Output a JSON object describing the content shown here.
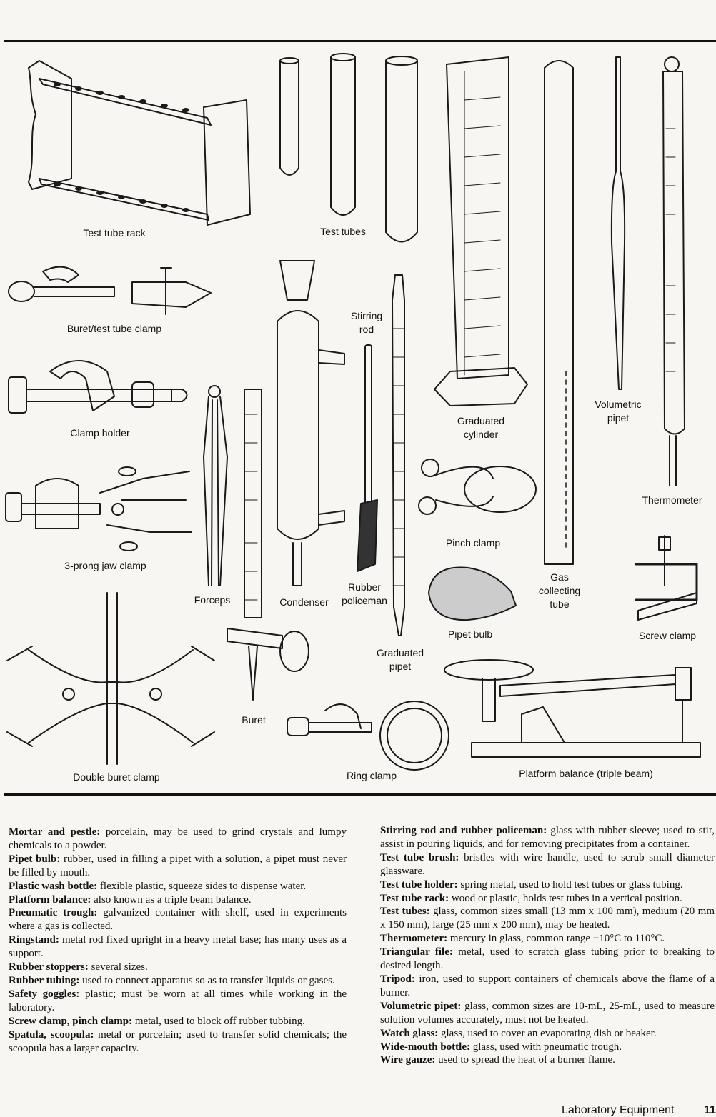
{
  "figure_labels": {
    "test_tube_rack": "Test tube rack",
    "test_tubes": "Test tubes",
    "buret_clamp": "Buret/test tube clamp",
    "stirring_rod": "Stirring\nrod",
    "clamp_holder": "Clamp holder",
    "graduated_cylinder": "Graduated\ncylinder",
    "volumetric_pipet": "Volumetric\npipet",
    "thermometer": "Thermometer",
    "prong_clamp": "3-prong jaw clamp",
    "pinch_clamp": "Pinch clamp",
    "forceps": "Forceps",
    "condenser": "Condenser",
    "rubber_policeman": "Rubber\npoliceman",
    "gas_tube": "Gas\ncollecting\ntube",
    "pipet_bulb": "Pipet bulb",
    "screw_clamp": "Screw clamp",
    "graduated_pipet": "Graduated\npipet",
    "buret": "Buret",
    "double_buret_clamp": "Double buret clamp",
    "ring_clamp": "Ring clamp",
    "platform_balance": "Platform balance (triple beam)"
  },
  "definitions_left": [
    {
      "term": "Mortar and pestle:",
      "text": " porcelain, may be used to grind crystals and lumpy chemicals to a powder."
    },
    {
      "term": "Pipet bulb:",
      "text": " rubber, used in filling a pipet with a solution, a pipet must never be filled by mouth."
    },
    {
      "term": "Plastic wash bottle:",
      "text": " flexible plastic, squeeze sides to dispense water."
    },
    {
      "term": "Platform balance:",
      "text": " also known as a triple beam balance."
    },
    {
      "term": "Pneumatic trough:",
      "text": " galvanized container with shelf, used in experiments where a gas is collected."
    },
    {
      "term": "Ringstand:",
      "text": " metal rod fixed upright in a heavy metal base; has many uses as a support."
    },
    {
      "term": "Rubber stoppers:",
      "text": " several sizes."
    },
    {
      "term": "Rubber tubing:",
      "text": " used to connect apparatus so as to transfer liquids or gases."
    },
    {
      "term": "Safety goggles:",
      "text": " plastic; must be worn at all times while working in the laboratory."
    },
    {
      "term": "Screw clamp, pinch clamp:",
      "text": " metal, used to block off rubber tubbing."
    },
    {
      "term": "Spatula, scoopula:",
      "text": " metal or porcelain; used to transfer solid chemicals; the scoopula has a larger capacity."
    }
  ],
  "definitions_right": [
    {
      "term": "Stirring rod and rubber policeman:",
      "text": " glass with rubber sleeve; used to stir, assist in pouring liquids, and for removing precipitates from a container."
    },
    {
      "term": "Test tube brush:",
      "text": " bristles with wire handle, used to scrub small diameter glassware."
    },
    {
      "term": "Test tube holder:",
      "text": " spring metal, used to hold test tubes or glass tubing."
    },
    {
      "term": "Test tube rack:",
      "text": " wood or plastic, holds test tubes in a vertical position."
    },
    {
      "term": "Test tubes:",
      "text": " glass, common sizes small (13 mm x 100 mm), medium (20 mm x 150 mm), large (25 mm x 200 mm), may be heated."
    },
    {
      "term": "Thermometer:",
      "text": " mercury in glass, common range −10°C to 110°C."
    },
    {
      "term": "Triangular file:",
      "text": " metal, used to scratch glass tubing prior to breaking to desired length."
    },
    {
      "term": "Tripod:",
      "text": " iron, used to support containers of chemicals above the flame of a burner."
    },
    {
      "term": "Volumetric pipet:",
      "text": " glass, common sizes are 10-mL, 25-mL, used to measure solution volumes accurately, must not be heated."
    },
    {
      "term": "Watch glass:",
      "text": " glass, used to cover an evaporating dish or beaker."
    },
    {
      "term": "Wide-mouth bottle:",
      "text": " glass, used with pneumatic trough."
    },
    {
      "term": "Wire gauze:",
      "text": " used to spread the heat of a burner flame."
    }
  ],
  "footer": {
    "section": "Laboratory Equipment",
    "page": "11"
  }
}
